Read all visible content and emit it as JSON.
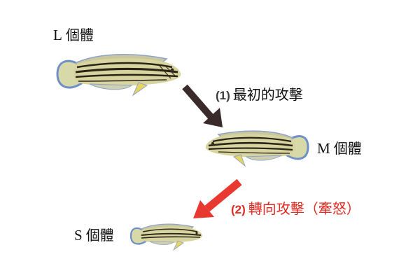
{
  "diagram": {
    "nodes": [
      {
        "id": "L",
        "letter": "L",
        "suffix": "個體",
        "size": "large",
        "facing": "right"
      },
      {
        "id": "M",
        "letter": "M",
        "suffix": "個體",
        "size": "medium",
        "facing": "left"
      },
      {
        "id": "S",
        "letter": "S",
        "suffix": "個體",
        "size": "small",
        "facing": "right"
      }
    ],
    "edges": [
      {
        "from": "L",
        "to": "M",
        "number": "(1)",
        "text": "最初的攻擊",
        "color": "#3a2a2a",
        "text_color": "#111111"
      },
      {
        "from": "M",
        "to": "S",
        "number": "(2)",
        "text": "轉向攻擊（牽怒）",
        "color": "#e8382f",
        "text_color": "#e02a22"
      }
    ]
  },
  "colors": {
    "background": "#ffffff",
    "fish_body": "#d8d4a0",
    "fish_stripe": "#2b2418",
    "fish_fin_edge": "#6f8fc8",
    "fish_fin_fill": "#d7d9a8",
    "fish_belly_fin": "#e6d560"
  }
}
